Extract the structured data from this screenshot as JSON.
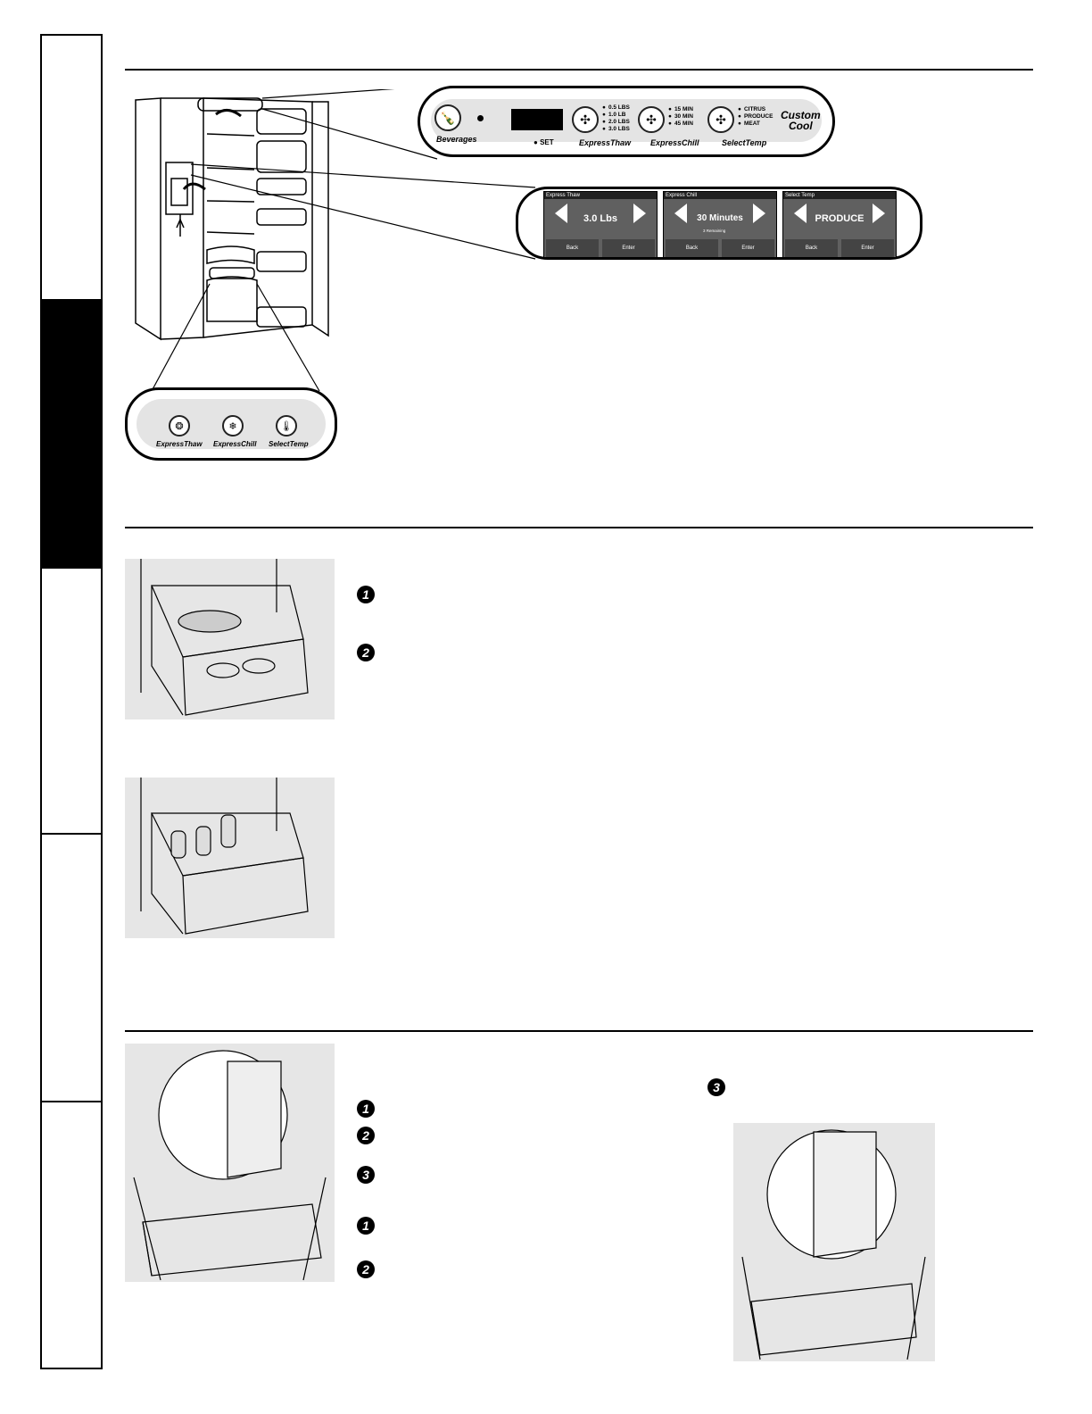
{
  "top_panel": {
    "beverages_label": "Beverages",
    "set_label": "SET",
    "thaw_options": [
      "0.5 LBS",
      "1.0 LB",
      "2.0 LBS",
      "3.0 LBS"
    ],
    "chill_options": [
      "15 MIN",
      "30 MIN",
      "45 MIN"
    ],
    "temp_options": [
      "CITRUS",
      "PRODUCE",
      "MEAT"
    ],
    "express_thaw": "ExpressThaw",
    "express_chill": "ExpressChill",
    "select_temp": "SelectTemp",
    "custom_cool_line1": "Custom",
    "custom_cool_line2": "Cool"
  },
  "mid_panel": {
    "screens": [
      {
        "title": "Express Thaw",
        "value": "3.0 Lbs",
        "sub": "",
        "back": "Back",
        "enter": "Enter"
      },
      {
        "title": "Express Chill",
        "value": "30 Minutes",
        "sub": "3 Remaining",
        "back": "Back",
        "enter": "Enter"
      },
      {
        "title": "Select Temp",
        "value": "PRODUCE",
        "sub": "",
        "back": "Back",
        "enter": "Enter"
      }
    ]
  },
  "bottom_panel": {
    "express_thaw": "ExpressThaw",
    "express_chill": "ExpressChill",
    "select_temp": "SelectTemp"
  },
  "step_numbers": {
    "s1": "1",
    "s2": "2",
    "s3": "3"
  },
  "icons": [
    "bottle-icon",
    "thaw-icon",
    "chill-icon",
    "temp-icon",
    "arrow-left-icon",
    "arrow-right-icon"
  ]
}
